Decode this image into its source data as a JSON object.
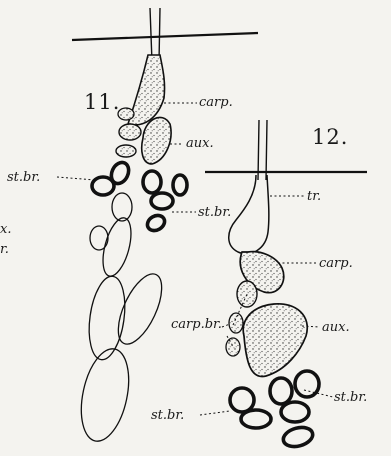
{
  "figures": [
    {
      "number": "11.",
      "labels": {
        "carp": "carp.",
        "aux": "aux.",
        "st_br_left": "st.br.",
        "st_br_right": "st.br.",
        "cut_aux": "x.",
        "cut_tr": "r."
      }
    },
    {
      "number": "12.",
      "labels": {
        "tr": "tr.",
        "carp": "carp.",
        "carp_br": "carp.br.",
        "aux": "aux.",
        "st_br_left": "st.br.",
        "st_br_right": "st.br."
      }
    }
  ]
}
